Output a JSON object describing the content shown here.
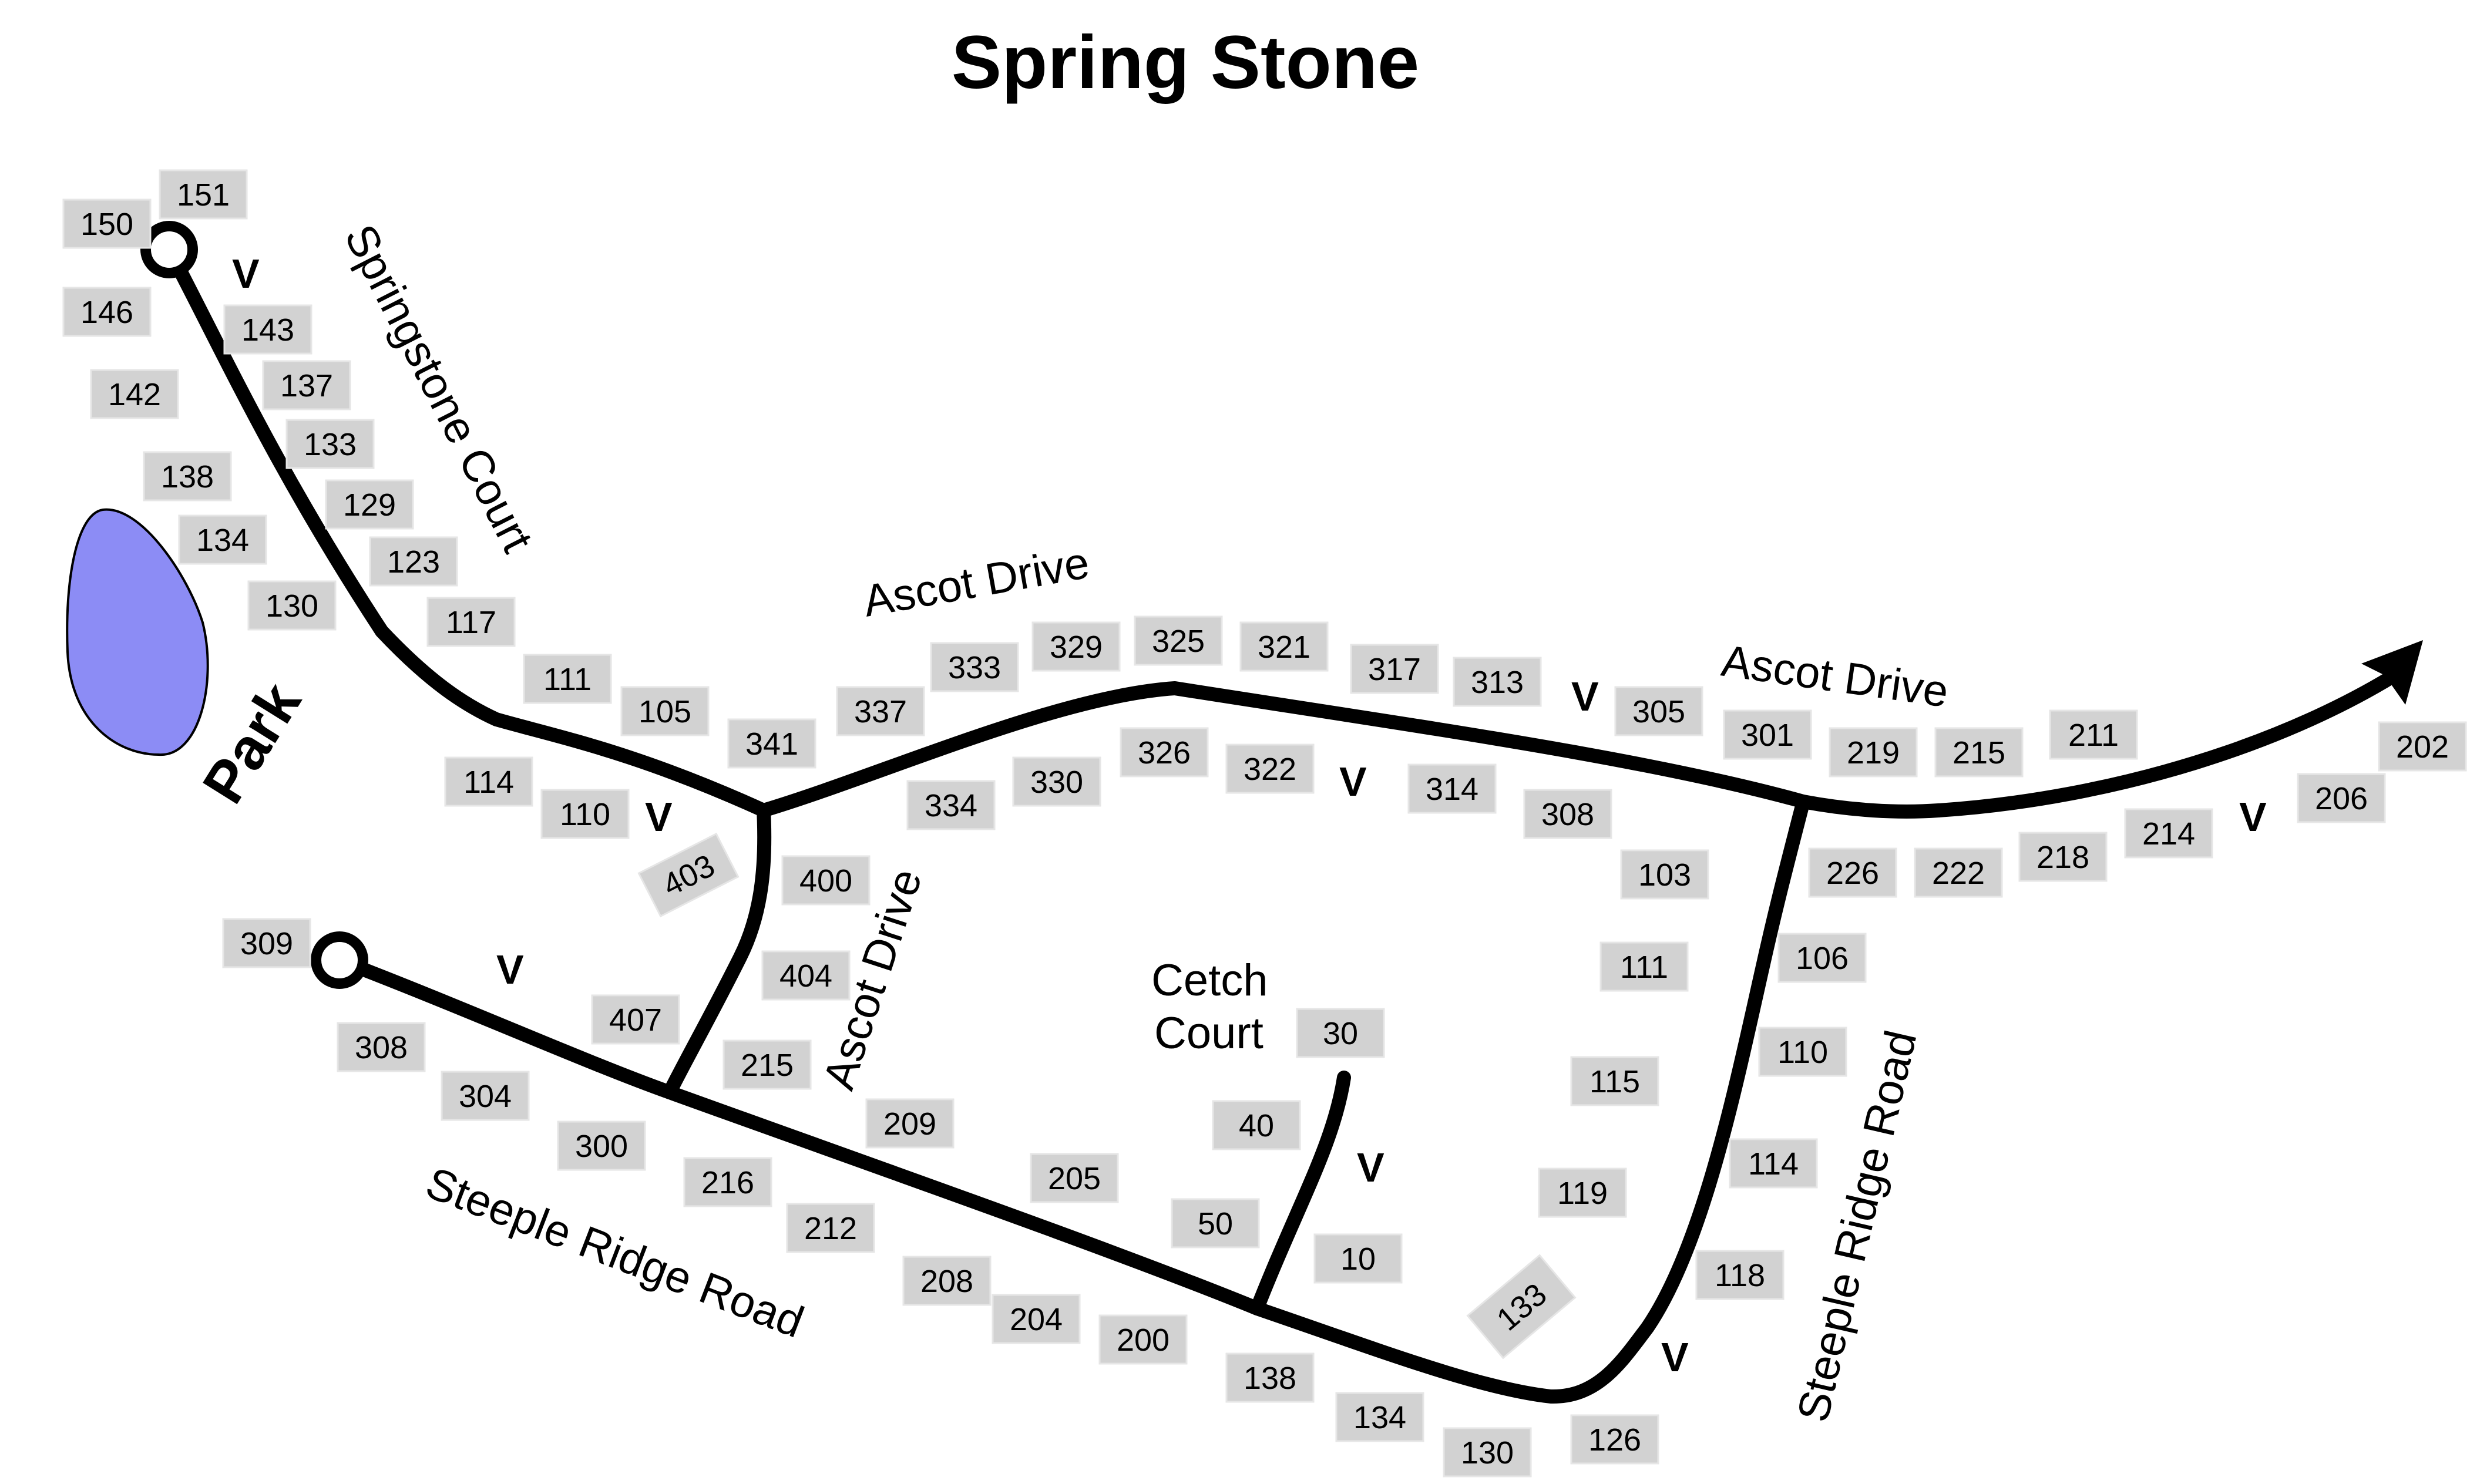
{
  "map": {
    "title": "Spring Stone",
    "park_label": "Park",
    "park_color": "#8c8cf5",
    "road_color": "#000000",
    "lot_color": "#d2d2d2",
    "streets": {
      "springstone_court": "Springstone Court",
      "ascot_drive": "Ascot Drive",
      "ascot_drive_upper": "Ascot Drive",
      "ascot_drive_connector": "Ascot Drive",
      "steeple_ridge_road_west": "Steeple Ridge Road",
      "steeple_ridge_road_east": "Steeple Ridge Road",
      "cetch_court_line1": "Cetch",
      "cetch_court_line2": "Court"
    },
    "direction_marker": "V",
    "lots": [
      "150",
      "151",
      "146",
      "143",
      "142",
      "137",
      "133",
      "138",
      "129",
      "134",
      "123",
      "130",
      "117",
      "111",
      "105",
      "114",
      "110",
      "403",
      "341",
      "337",
      "333",
      "329",
      "325",
      "321",
      "317",
      "313",
      "305",
      "301",
      "219",
      "215",
      "211",
      "202",
      "206",
      "214",
      "218",
      "222",
      "226",
      "334",
      "330",
      "326",
      "322",
      "314",
      "308",
      "103",
      "400",
      "404",
      "407",
      "215",
      "309",
      "308",
      "304",
      "300",
      "216",
      "212",
      "208",
      "204",
      "200",
      "209",
      "205",
      "30",
      "40",
      "50",
      "10",
      "138",
      "134",
      "130",
      "126",
      "111",
      "115",
      "119",
      "106",
      "110",
      "114",
      "118",
      "133"
    ]
  }
}
